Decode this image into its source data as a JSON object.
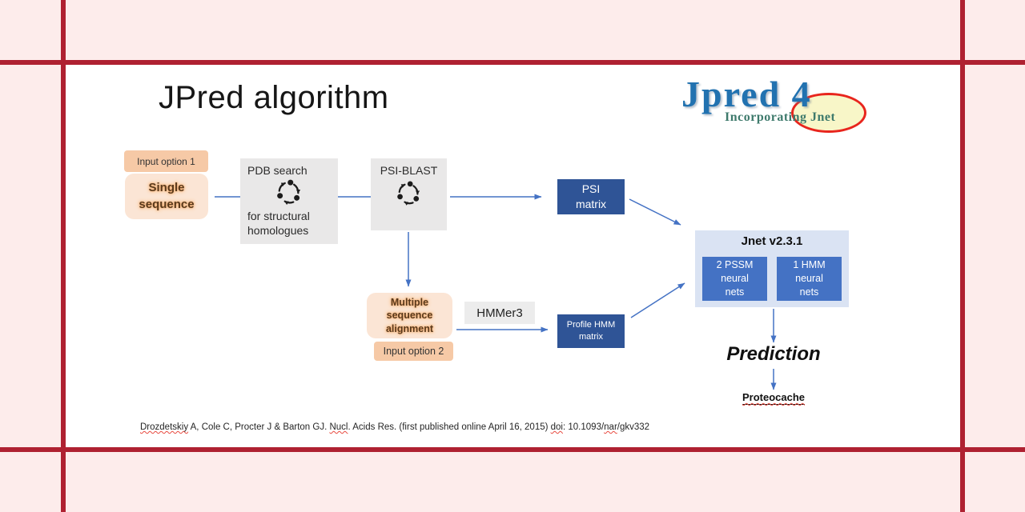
{
  "title": "JPred algorithm",
  "logo": {
    "main": "Jpred 4",
    "sub": "Incorporating Jnet",
    "main_color": "#2272b0",
    "sub_color": "#3e7a6c",
    "ellipse_fill": "#f8f6c8",
    "ellipse_stroke": "#e8251d"
  },
  "flow": {
    "input_option_1": "Input option 1",
    "single_sequence": {
      "line1": "Single",
      "line2": "sequence"
    },
    "pdb_search": {
      "top": "PDB search",
      "bottom1": "for structural",
      "bottom2": "homologues"
    },
    "psi_blast": "PSI-BLAST",
    "psi_matrix": {
      "line1": "PSI",
      "line2": "matrix"
    },
    "jnet": {
      "title": "Jnet v2.3.1",
      "box1": {
        "l1": "2 PSSM",
        "l2": "neural",
        "l3": "nets"
      },
      "box2": {
        "l1": "1 HMM",
        "l2": "neural",
        "l3": "nets"
      }
    },
    "msa": {
      "l1": "Multiple",
      "l2": "sequence",
      "l3": "alignment"
    },
    "input_option_2": "Input option 2",
    "hmmer3": "HMMer3",
    "profile_hmm": {
      "line1": "Profile HMM",
      "line2": "matrix"
    },
    "prediction": "Prediction",
    "proteocache": "Proteocache"
  },
  "citation": {
    "parts": [
      {
        "text": "Drozdetskiy",
        "misspelled": true
      },
      {
        "text": " A, Cole C, Procter J & Barton GJ. ",
        "misspelled": false
      },
      {
        "text": "Nucl",
        "misspelled": true
      },
      {
        "text": ". Acids Res. (first published online April 16, 2015) ",
        "misspelled": false
      },
      {
        "text": "doi",
        "misspelled": true
      },
      {
        "text": ": 10.1093/",
        "misspelled": false
      },
      {
        "text": "nar",
        "misspelled": true
      },
      {
        "text": "/gkv332",
        "misspelled": false
      }
    ]
  },
  "colors": {
    "frame_pink": "#fdeceb",
    "frame_red": "#af2131",
    "slide_bg": "#ffffff",
    "arrow_blue": "#4472c4",
    "navy_box": "#2f5496",
    "jnet_bg": "#dae3f3",
    "nn_box_blue": "#4472c4",
    "peach_dark": "#f6c9a6",
    "peach_light": "#fbe5d5",
    "gray_box": "#e9e8e8",
    "squiggle_red": "#e84a3f"
  }
}
